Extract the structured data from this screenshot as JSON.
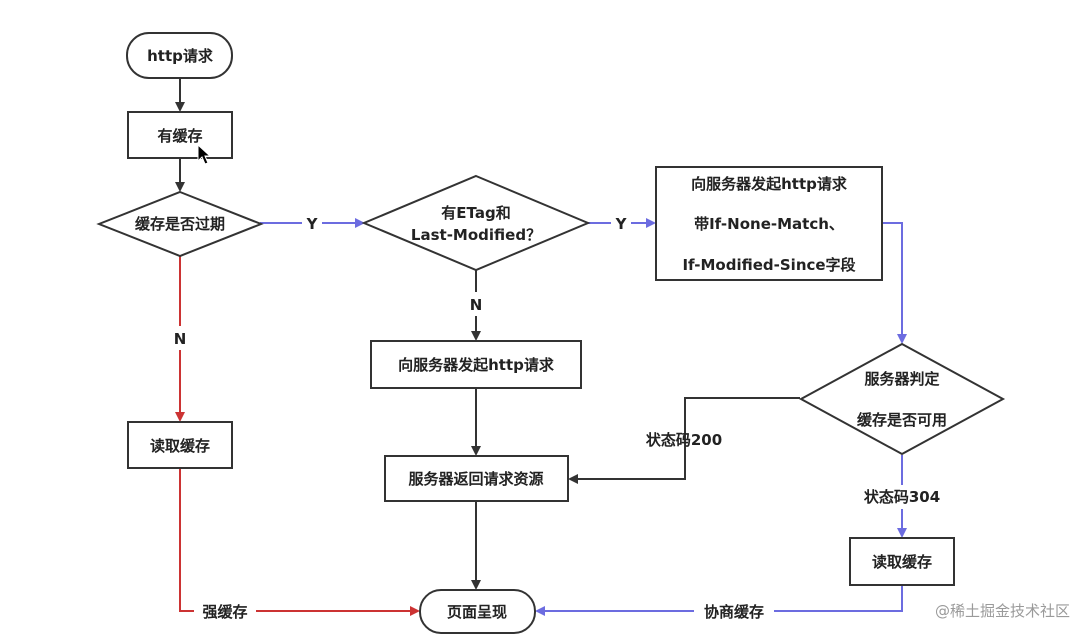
{
  "nodes": {
    "start": "http请求",
    "has_cache": "有缓存",
    "expired": "缓存是否过期",
    "etag_line1": "有ETag和",
    "etag_line2": "Last-Modified？",
    "conditional_request_line1": "向服务器发起http请求",
    "conditional_request_line2": "带If-None-Match、",
    "conditional_request_line3": "If-Modified-Since字段",
    "plain_request": "向服务器发起http请求",
    "server_check_line1": "服务器判定",
    "server_check_line2": "缓存是否可用",
    "read_cache_left": "读取缓存",
    "server_return": "服务器返回请求资源",
    "read_cache_right": "读取缓存",
    "page_render": "页面呈现"
  },
  "edges": {
    "expired_yes": "Y",
    "etag_yes": "Y",
    "etag_no": "N",
    "expired_no": "N",
    "status_200": "状态码200",
    "status_304": "状态码304",
    "strong_cache": "强缓存",
    "negotiated_cache": "协商缓存"
  },
  "colors": {
    "line": "#333333",
    "red": "#cc3333",
    "purple": "#6c6ce0"
  },
  "watermark": "@稀土掘金技术社区"
}
